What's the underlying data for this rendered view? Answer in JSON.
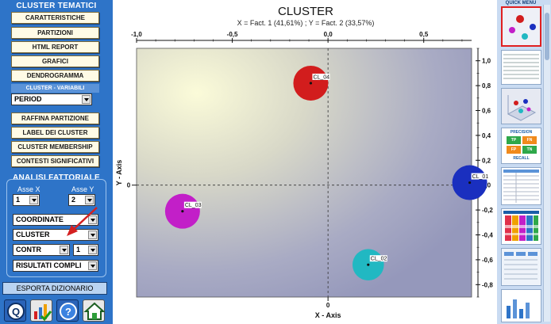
{
  "left_panel": {
    "cluster_section_title": "CLUSTER TEMATICI",
    "buttons_top": [
      "CARATTERISTICHE",
      "PARTIZIONI",
      "HTML REPORT",
      "GRAFICI",
      "DENDROGRAMMA"
    ],
    "variables_label": "CLUSTER - VARIABILI",
    "variable_select": "PERIOD",
    "buttons_mid": [
      "RAFFINA PARTIZIONE",
      "LABEL DEI CLUSTER",
      "CLUSTER MEMBERSHIP",
      "CONTESTI SIGNIFICATIVI"
    ],
    "factorial_title": "ANALISI FATTORIALE",
    "asse_x_label": "Asse X",
    "asse_y_label": "Asse Y",
    "asse_x_value": "1",
    "asse_y_value": "2",
    "coordinate_select": "COORDINATE",
    "cluster_select": "CLUSTER",
    "contr_select": "CONTR",
    "contr_num_select": "1",
    "risultati_select": "RISULTATI COMPLI",
    "export_button": "ESPORTA DIZIONARIO",
    "icons": [
      "help-q-icon",
      "chart-check-icon",
      "question-icon",
      "home-icon"
    ],
    "colors": {
      "panel": "#2e74c8",
      "button": "#fffbe6",
      "arrow": "#d42020"
    }
  },
  "chart_data": {
    "type": "scatter",
    "title": "CLUSTER",
    "subtitle": "X = Fact. 1 (41,61%) ; Y = Fact. 2 (33,57%)",
    "xlabel": "X - Axis",
    "ylabel": "Y - Axis",
    "xlim": [
      -1.0,
      0.75
    ],
    "ylim": [
      -0.9,
      1.1
    ],
    "x_ticks": [
      -1.0,
      -0.5,
      0.0,
      0.5
    ],
    "x_tick_labels": [
      "-1,0",
      "-0,5",
      "0,0",
      "0,5"
    ],
    "y_ticks": [
      1.0,
      0.8,
      0.6,
      0.4,
      0.2,
      0.0,
      -0.2,
      -0.4,
      -0.6,
      -0.8
    ],
    "y_tick_labels": [
      "1,0",
      "0,8",
      "0,6",
      "0,4",
      "0,2",
      "0,0",
      "-0,2",
      "-0,4",
      "-0,6",
      "-0,8"
    ],
    "points": [
      {
        "label": "CL_04",
        "x": -0.09,
        "y": 0.82,
        "size": 1.0,
        "color": "#d21d1d"
      },
      {
        "label": "CL_01",
        "x": 0.74,
        "y": 0.02,
        "size": 1.0,
        "color": "#1a2fbf"
      },
      {
        "label": "CL_03",
        "x": -0.76,
        "y": -0.21,
        "size": 1.0,
        "color": "#c21fc8"
      },
      {
        "label": "CL_02",
        "x": 0.21,
        "y": -0.64,
        "size": 0.9,
        "color": "#21b8c2"
      }
    ],
    "grid": false
  },
  "quick_menu": {
    "title": "QUICK MENU",
    "thumbnails": [
      "scatter-thumb",
      "table-thumb",
      "3d-thumb",
      "precision-recall-thumb",
      "table-thumb-2",
      "heatmap-thumb",
      "grid-thumb",
      "chart-thumb"
    ],
    "precision_text": "PRECISION",
    "recall_text": "RECALL",
    "cells": [
      "TP",
      "FN",
      "FP",
      "TN"
    ]
  }
}
